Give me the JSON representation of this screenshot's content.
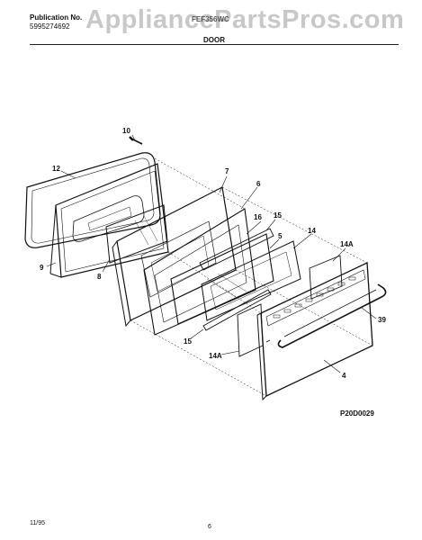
{
  "header": {
    "publication_label": "Publication No.",
    "publication_number": "5995274692",
    "model": "FEF356WC",
    "section_title": "DOOR",
    "watermark": "AppliancePartsPros.com"
  },
  "callouts": {
    "c10": "10",
    "c12": "12",
    "c7": "7",
    "c6": "6",
    "c16": "16",
    "c15a": "15",
    "c5": "5",
    "c14": "14",
    "c14a_top": "14A",
    "c9": "9",
    "c8": "8",
    "c39": "39",
    "c15b": "15",
    "c14a_bottom": "14A",
    "c4": "4"
  },
  "drawing_code": "P20D0029",
  "footer": {
    "date": "11/95",
    "page": "6"
  }
}
